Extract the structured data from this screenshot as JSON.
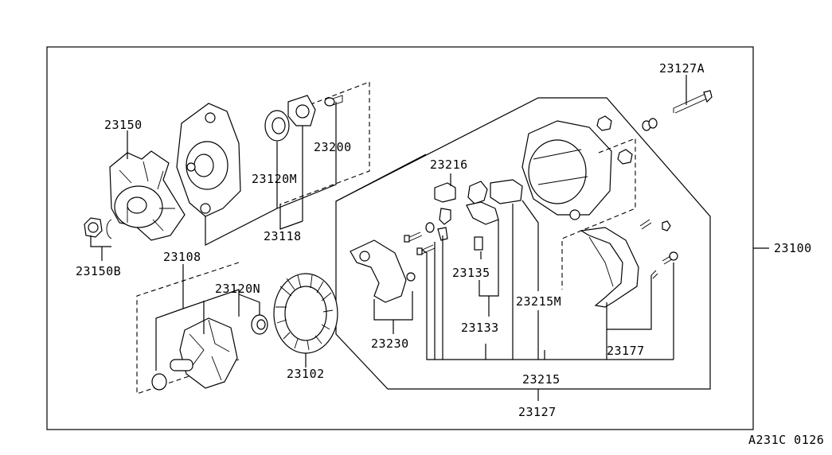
{
  "labels": {
    "l23127A": "23127A",
    "l23150": "23150",
    "l23200": "23200",
    "l23120M": "23120M",
    "l23118": "23118",
    "l23150B": "23150B",
    "l23108": "23108",
    "l23120N": "23120N",
    "l23102": "23102",
    "l23216": "23216",
    "l23100": "23100",
    "l23135": "23135",
    "l23215M": "23215M",
    "l23133": "23133",
    "l23230": "23230",
    "l23177": "23177",
    "l23215": "23215",
    "l23127": "23127",
    "code": "A231C 0126"
  }
}
